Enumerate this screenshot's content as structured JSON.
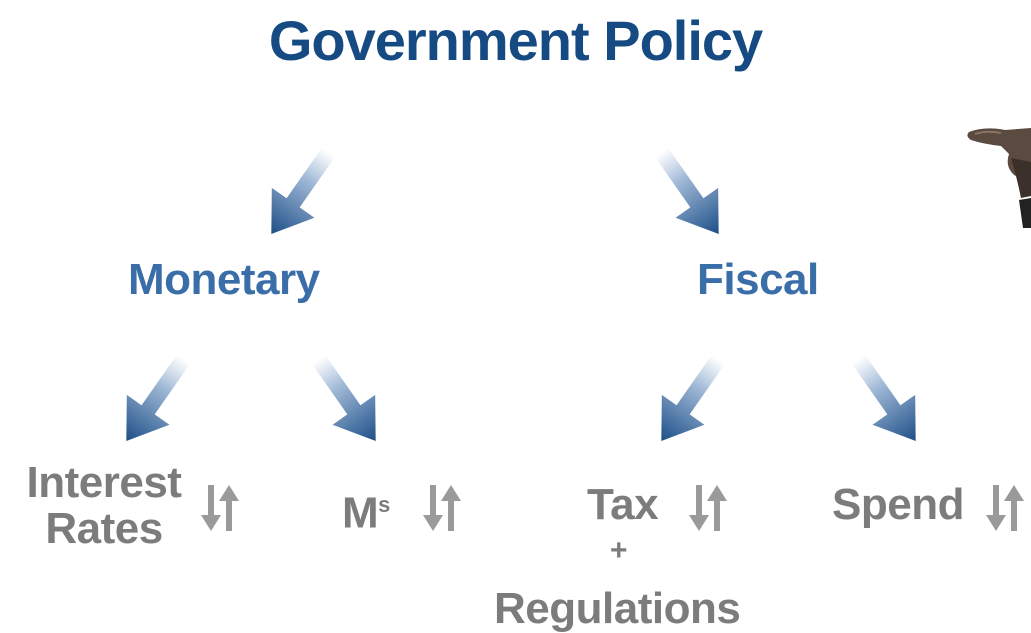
{
  "title": "Government Policy",
  "branches": {
    "monetary": "Monetary",
    "fiscal": "Fiscal"
  },
  "leaves": {
    "interest_line1": "Interest",
    "interest_line2": "Rates",
    "money_supply_base": "M",
    "money_supply_superscript": "s",
    "tax": "Tax",
    "plus": "+",
    "regulations": "Regulations",
    "spend": "Spend"
  },
  "colors": {
    "title": "#154a82",
    "branch": "#3a6ea8",
    "leaf": "#7c7c7c",
    "arrow_dark": "#1d4f88",
    "arrow_light": "#ffffff"
  },
  "icons": [
    "down-left-arrow-icon",
    "down-right-arrow-icon",
    "up-down-arrows-icon",
    "pointing-hand-icon"
  ]
}
